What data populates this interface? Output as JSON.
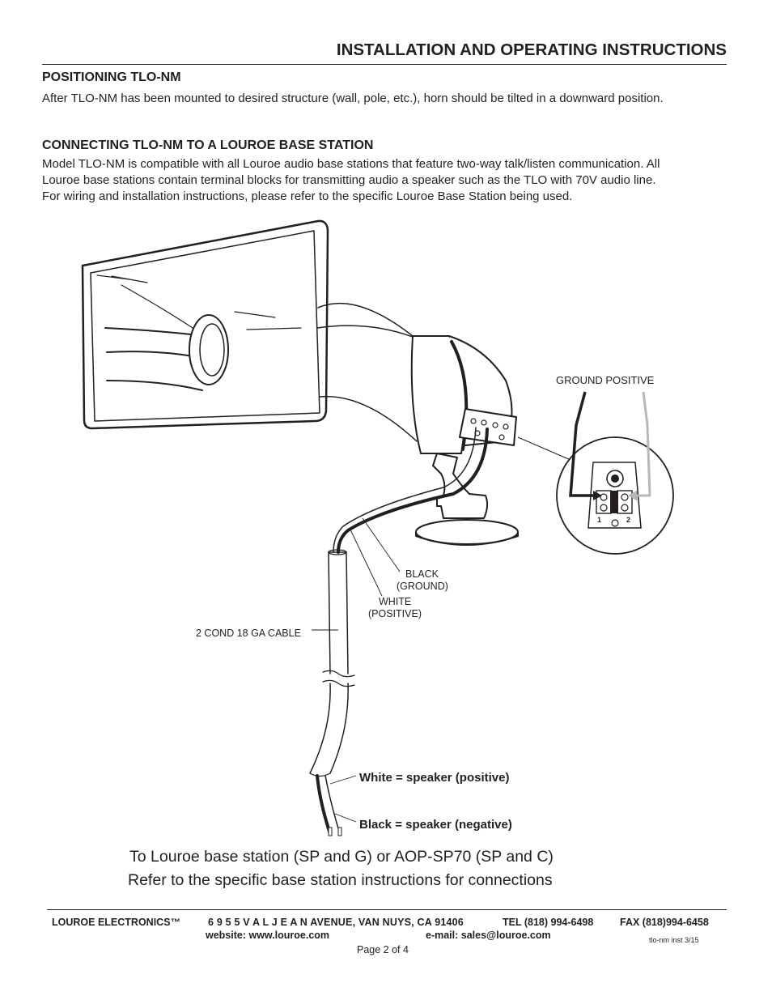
{
  "header": {
    "title": "INSTALLATION AND OPERATING INSTRUCTIONS"
  },
  "positioning": {
    "heading": "POSITIONING TLO-NM",
    "text": "After TLO-NM has been mounted to desired structure (wall, pole, etc.), horn should be tilted in a downward position."
  },
  "connecting": {
    "heading": "CONNECTING TLO-NM TO A LOUROE BASE STATION",
    "line1": "Model TLO-NM is compatible with all Louroe audio base stations that feature two-way talk/listen communication.  All",
    "line2": "Louroe base stations contain terminal blocks for transmitting audio a speaker such as the TLO with 70V audio line.",
    "line3": "For wiring and installation instructions, please refer to the specific Louroe Base Station being used."
  },
  "diagram": {
    "ground_positive": "GROUND  POSITIVE",
    "black": "BLACK",
    "ground_paren": "(GROUND)",
    "white": "WHITE",
    "positive_paren": "(POSITIVE)",
    "cable": "2 COND 18 GA CABLE",
    "white_eq": "White = speaker (positive)",
    "black_eq": "Black  = speaker (negative)",
    "terminal_numbers": [
      "1",
      "2"
    ]
  },
  "connections": {
    "line1": "To Louroe base station (SP and G) or AOP-SP70 (SP and C)",
    "line2": "Refer to the specific base station instructions for connections"
  },
  "footer": {
    "company": "LOUROE ELECTRONICS™",
    "address": "6 9 5 5  V A L J E A N  AVENUE, VAN NUYS, CA 91406",
    "tel": "TEL (818) 994-6498",
    "fax": "FAX (818)994-6458",
    "website": "website: www.louroe.com",
    "email": "e-mail: sales@louroe.com",
    "doc_code": "tlo-nm inst 3/15",
    "page": "Page 2 of 4"
  }
}
